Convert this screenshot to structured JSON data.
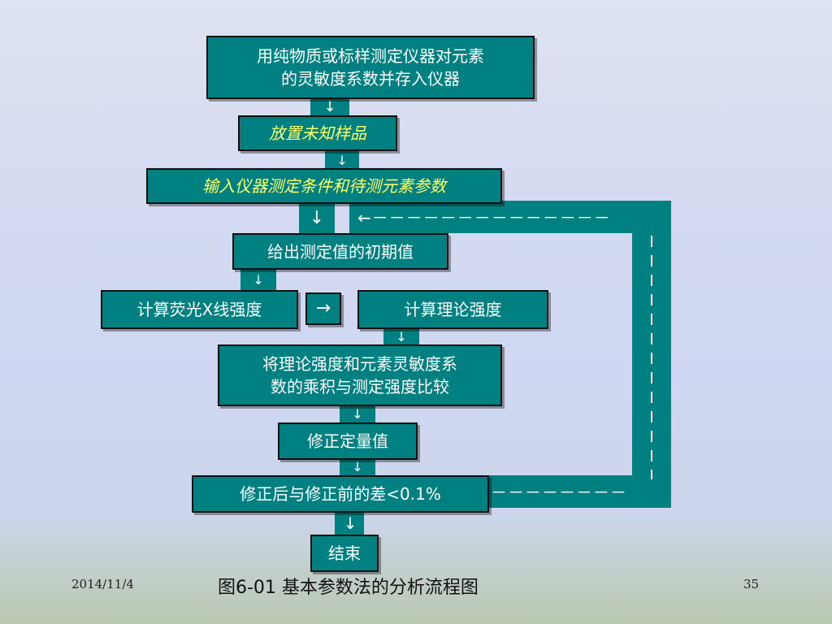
{
  "steps": {
    "calibrate_line1": "用纯物质或标样测定仪器对元素",
    "calibrate_line2": "的灵敏度系数并存入仪器",
    "place_sample": "放置未知样品",
    "input_params": "输入仪器测定条件和待测元素参数",
    "initial_value": "给出测定值的初期值",
    "calc_xray": "计算荧光X线强度",
    "calc_theory": "计算理论强度",
    "compare_line1": "将理论强度和元素灵敏度系",
    "compare_line2": "数的乘积与测定强度比较",
    "correct_value": "修正定量值",
    "check_diff": "修正后与修正前的差<0.1%",
    "end": "结束"
  },
  "arrows": {
    "down": "↓",
    "right": "→",
    "loop_return": "←－－－－－－－－－－－－－－",
    "loop_bottom": "－－－－－－－－"
  },
  "footer": {
    "date": "2014/11/4",
    "caption": "图6-01  基本参数法的分析流程图",
    "page": "35"
  },
  "colors": {
    "box_fill": "#008080",
    "box_border": "#101010",
    "text_main": "#ffffff",
    "text_italic": "#ffff66"
  }
}
